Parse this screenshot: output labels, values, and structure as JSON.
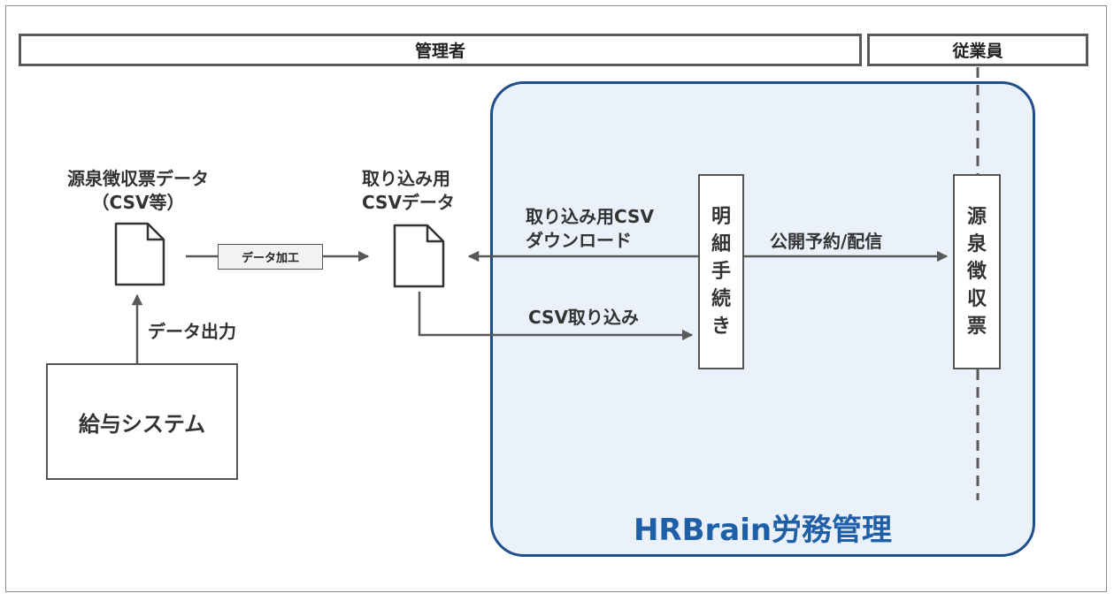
{
  "lanes": {
    "admin": "管理者",
    "employee": "従業員"
  },
  "system_area": {
    "title": "HRBrain労務管理"
  },
  "nodes": {
    "payroll_system": "給与システム",
    "source_data_doc": {
      "line1": "源泉徴収票データ",
      "line2": "（CSV等）"
    },
    "import_csv_doc": {
      "line1": "取り込み用",
      "line2": "CSVデータ"
    },
    "data_processing": "データ加工",
    "statement_procedure": "明細手続き",
    "withholding_slip": "源泉徴収票"
  },
  "edges": {
    "data_output": "データ出力",
    "download": {
      "line1": "取り込み用CSV",
      "line2": "ダウンロード"
    },
    "import": "CSV取り込み",
    "publish": "公開予約/配信"
  },
  "colors": {
    "accent": "#1f5fa8",
    "border": "#1f4e8c",
    "area_fill": "#eaf1fb"
  }
}
